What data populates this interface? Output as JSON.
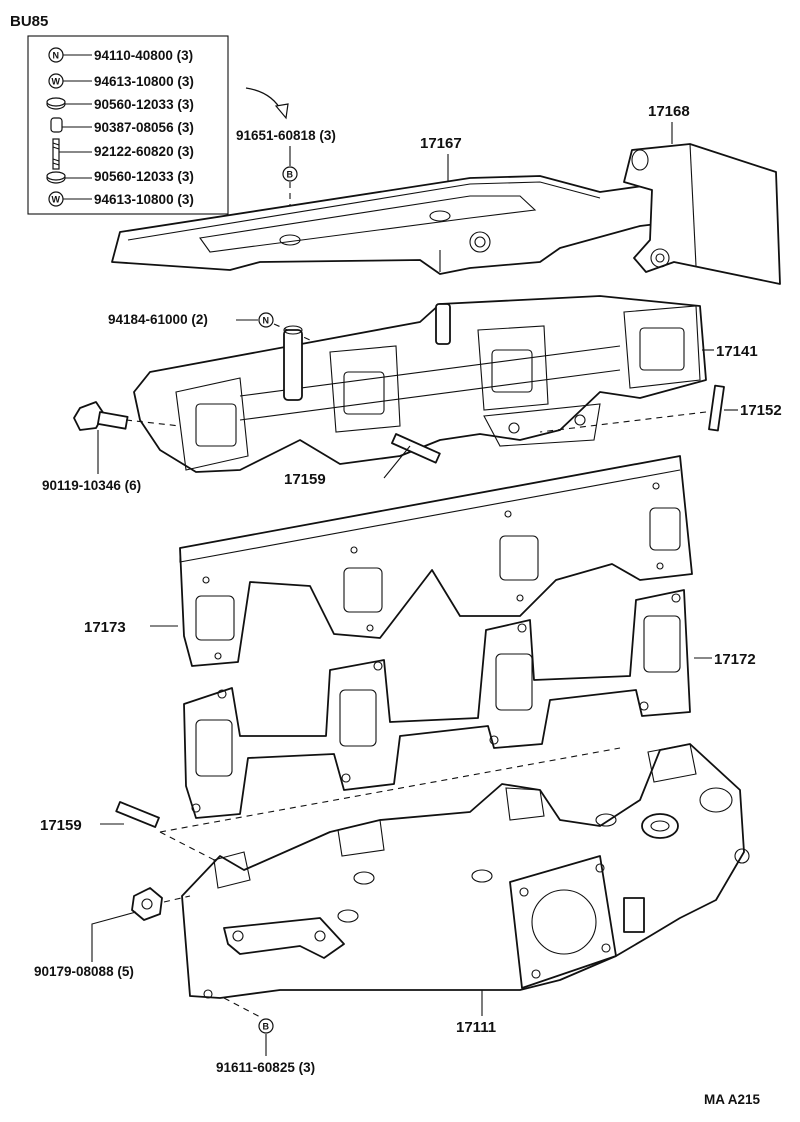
{
  "model_code": "BU85",
  "kit_box": {
    "items": [
      {
        "symbol": "N",
        "label": "94110-40800 (3)"
      },
      {
        "symbol": "W",
        "label": "94613-10800 (3)"
      },
      {
        "symbol": "",
        "label": "90560-12033 (3)"
      },
      {
        "symbol": "",
        "label": "90387-08056 (3)"
      },
      {
        "symbol": "",
        "label": "92122-60820 (3)"
      },
      {
        "symbol": "",
        "label": "90560-12033 (3)"
      },
      {
        "symbol": "W",
        "label": "94613-10800 (3)"
      }
    ]
  },
  "callouts": {
    "p91651": "91651-60818 (3)",
    "p17167": "17167",
    "p17168": "17168",
    "p94184": "94184-61000 (2)",
    "p17141": "17141",
    "p17152": "17152",
    "p90119": "90119-10346 (6)",
    "p17159a": "17159",
    "p17173": "17173",
    "p17172": "17172",
    "p17159b": "17159",
    "p90179": "90179-08088 (5)",
    "p17111": "17111",
    "p91611": "91611-60825 (3)"
  },
  "symbols": {
    "n": "N",
    "w": "W",
    "b": "B"
  },
  "footer_code": "MA A215"
}
